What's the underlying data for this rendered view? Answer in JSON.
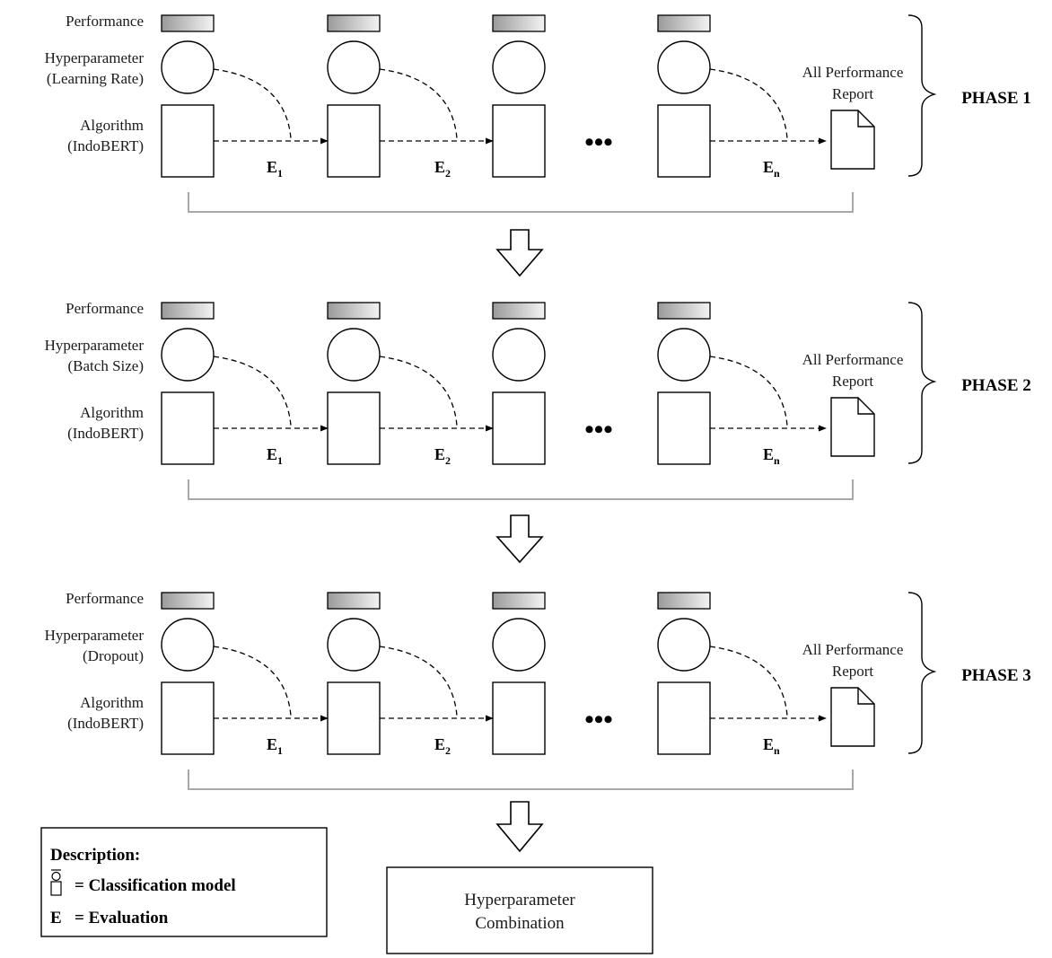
{
  "phases": [
    {
      "name": "PHASE 1",
      "labels": {
        "performance": "Performance",
        "hyperparameter": "Hyperparameter",
        "hyperparameter_detail": "(Learning Rate)",
        "algorithm": "Algorithm",
        "algorithm_detail": "(IndoBERT)"
      },
      "evaluations": [
        "E",
        "E",
        "E"
      ],
      "evaluation_subscripts": [
        "1",
        "2",
        "n"
      ],
      "ellipsis": "•••",
      "report": {
        "line1": "All Performance",
        "line2": "Report"
      }
    },
    {
      "name": "PHASE 2",
      "labels": {
        "performance": "Performance",
        "hyperparameter": "Hyperparameter",
        "hyperparameter_detail": "(Batch Size)",
        "algorithm": "Algorithm",
        "algorithm_detail": "(IndoBERT)"
      },
      "evaluations": [
        "E",
        "E",
        "E"
      ],
      "evaluation_subscripts": [
        "1",
        "2",
        "n"
      ],
      "ellipsis": "•••",
      "report": {
        "line1": "All Performance",
        "line2": "Report"
      }
    },
    {
      "name": "PHASE 3",
      "labels": {
        "performance": "Performance",
        "hyperparameter": "Hyperparameter",
        "hyperparameter_detail": "(Dropout)",
        "algorithm": "Algorithm",
        "algorithm_detail": "(IndoBERT)"
      },
      "evaluations": [
        "E",
        "E",
        "E"
      ],
      "evaluation_subscripts": [
        "1",
        "2",
        "n"
      ],
      "ellipsis": "•••",
      "report": {
        "line1": "All Performance",
        "line2": "Report"
      }
    }
  ],
  "legend": {
    "title": "Description:",
    "items": [
      {
        "symbol": "classification-model-icon",
        "text": "= Classification model"
      },
      {
        "symbol": "E",
        "text": "= Evaluation"
      }
    ]
  },
  "result": {
    "line1": "Hyperparameter",
    "line2": "Combination"
  },
  "colors": {
    "stroke": "#000000",
    "bracket_line": "#a8a8a8",
    "performance_bar_dark": "#9a9a9a",
    "performance_bar_light": "#f4f4f4"
  }
}
